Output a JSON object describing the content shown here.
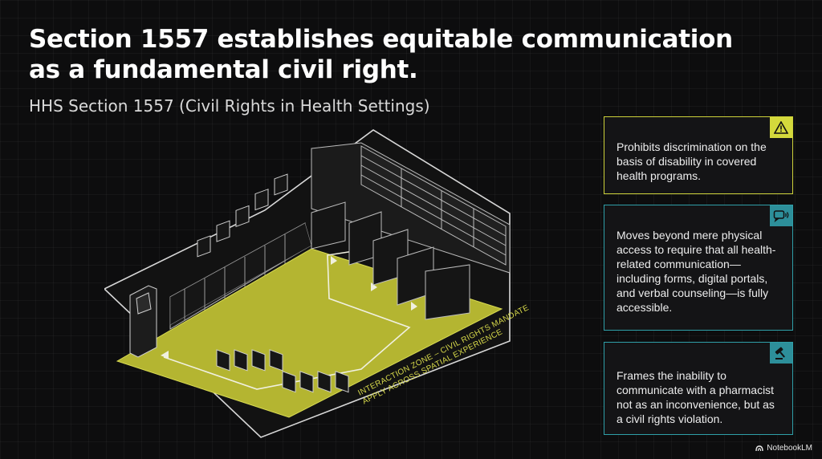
{
  "title": {
    "line1": "Section 1557 establishes equitable communication",
    "line2": "as a fundamental civil right."
  },
  "subtitle": "HHS Section 1557 (Civil Rights in Health Settings)",
  "diagram": {
    "zone_label_line1": "INTERACTION ZONE – CIVIL RIGHTS MANDATE",
    "zone_label_line2": "APPLY ACROSS SPATIAL EXPERIENCE"
  },
  "cards": [
    {
      "icon": "warning-icon",
      "accent": "#d4d93c",
      "text": "Prohibits discrimination on the basis of disability in covered health programs."
    },
    {
      "icon": "speech-bubble-icon",
      "accent": "#2d8f9a",
      "text": "Moves beyond mere physical access to require that all health-related communication—including forms, digital portals, and verbal counseling—is fully accessible."
    },
    {
      "icon": "gavel-icon",
      "accent": "#2d8f9a",
      "text": "Frames the inability to communicate with a pharmacist not as an inconvenience, but as a civil rights violation."
    }
  ],
  "brand": "NotebookLM"
}
